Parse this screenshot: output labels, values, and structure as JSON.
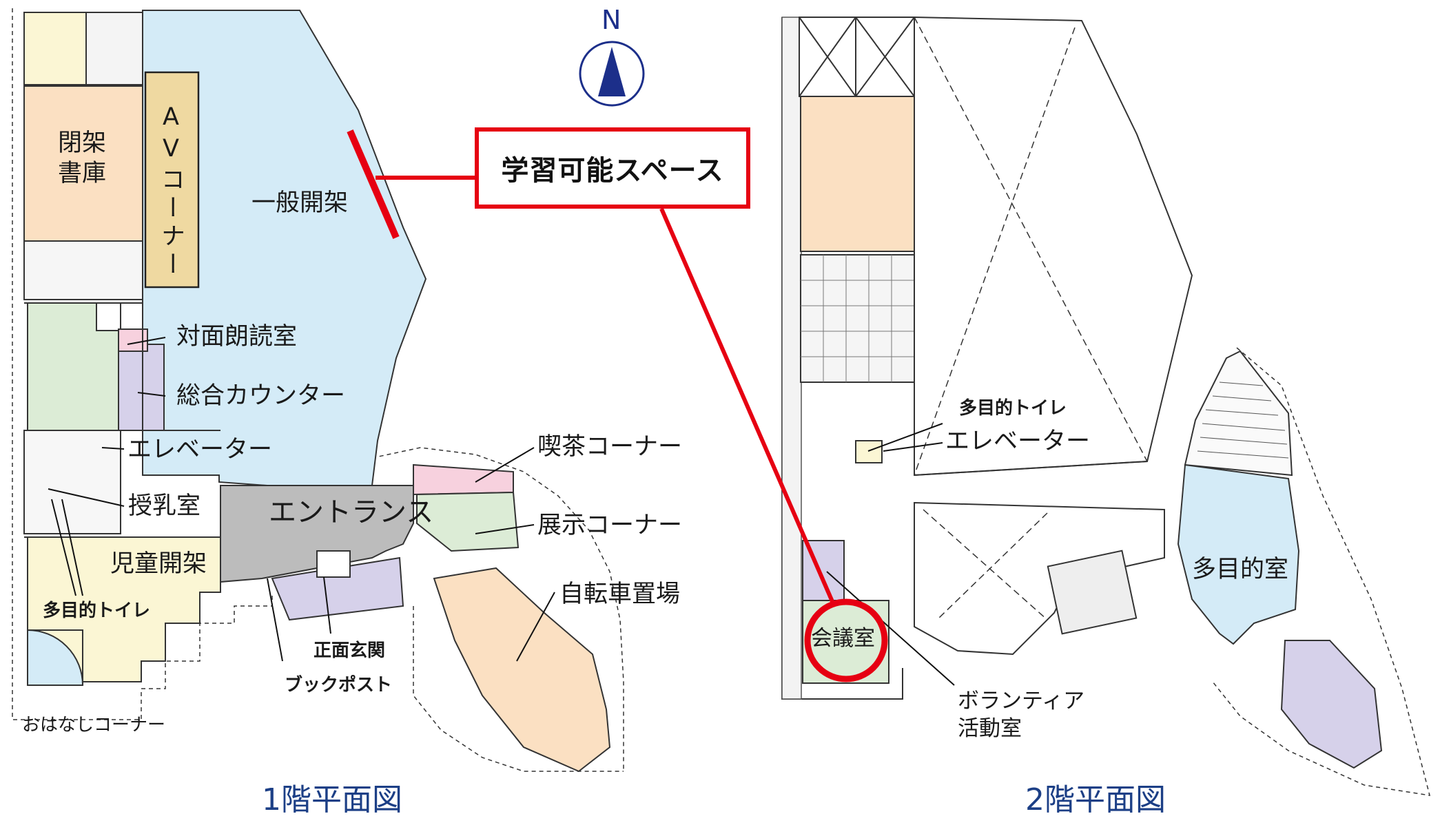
{
  "compass": {
    "label": "N"
  },
  "floor1": {
    "title": "1階平面図",
    "rooms": {
      "closed_stacks": "閉架\n書庫",
      "av_corner": "AVコーナー",
      "general_stacks": "一般開架",
      "reading_room": "対面朗読室",
      "main_counter": "総合カウンター",
      "elevator": "エレベーター",
      "nursing_room": "授乳室",
      "entrance": "エントランス",
      "childrens_stacks": "児童開架",
      "multipurpose_toilet": "多目的トイレ",
      "storytelling_corner": "おはなしコーナー",
      "main_entrance": "正面玄関",
      "book_post": "ブックポスト",
      "cafe_corner": "喫茶コーナー",
      "exhibition_corner": "展示コーナー",
      "bicycle_parking": "自転車置場"
    }
  },
  "floor2": {
    "title": "2階平面図",
    "rooms": {
      "multipurpose_toilet": "多目的トイレ",
      "elevator": "エレベーター",
      "multipurpose_room": "多目的室",
      "meeting_room": "会議室",
      "volunteer_room": "ボランティア\n活動室"
    }
  },
  "highlight": {
    "label": "学習可能スペース",
    "color": "#e60012"
  },
  "colors": {
    "blue_area": "#d4ebf7",
    "peach_area": "#fbe0c2",
    "green_area": "#dcecd6",
    "yellow_area": "#fbf6d4",
    "tan_area": "#efd9a1",
    "purple_area": "#d6d1ea",
    "pink_area": "#f7d1de",
    "gray_area": "#bcbcbc",
    "title_blue": "#1c3f86",
    "compass_blue": "#1c2f8a"
  }
}
